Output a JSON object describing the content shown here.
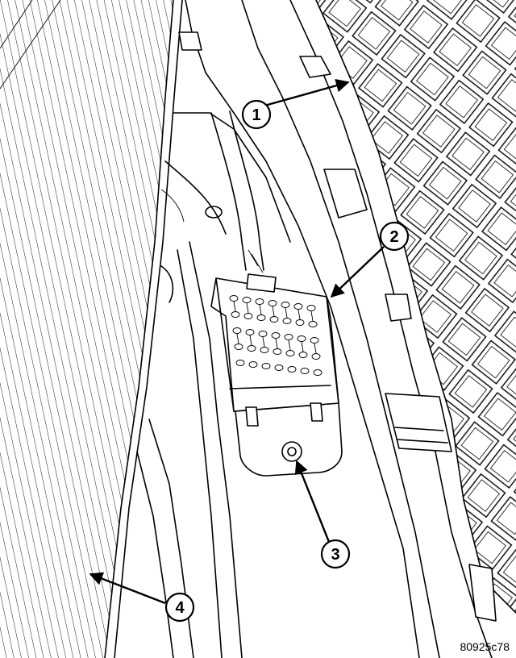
{
  "figure_id": "80925c78",
  "callouts": [
    {
      "number": "1"
    },
    {
      "number": "2"
    },
    {
      "number": "3"
    },
    {
      "number": "4"
    }
  ]
}
